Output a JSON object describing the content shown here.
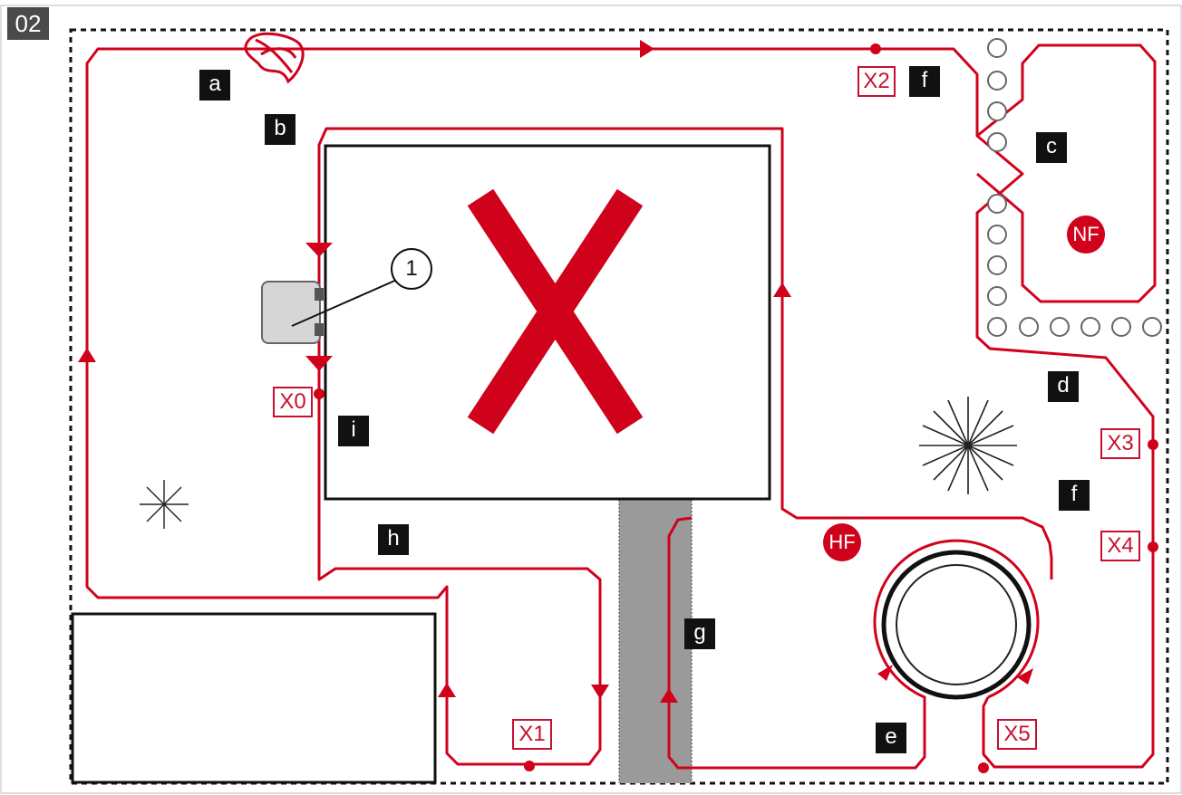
{
  "figure_number": "02",
  "area_labels": {
    "a": "a",
    "b": "b",
    "c": "c",
    "d": "d",
    "e": "e",
    "f_top": "f",
    "f_right": "f",
    "g": "g",
    "h": "h",
    "i": "i"
  },
  "wire_markers": {
    "x0": "X0",
    "x1": "X1",
    "x2": "X2",
    "x3": "X3",
    "x4": "X4",
    "x5": "X5"
  },
  "zone_badges": {
    "nf": "NF",
    "hf": "HF"
  },
  "callout": "1",
  "colors": {
    "wire": "#d0021b",
    "boundary": "#111111",
    "path": "#9a9a9a",
    "label_bg": "#111111",
    "marker_border": "#c8102e"
  },
  "icons": {
    "no_go_zone": "x-cross-icon",
    "charging_station": "charging-station-icon",
    "trees": "tree-icon",
    "fountain": "round-pond-icon",
    "bollards": "bollard-circle-icon"
  }
}
